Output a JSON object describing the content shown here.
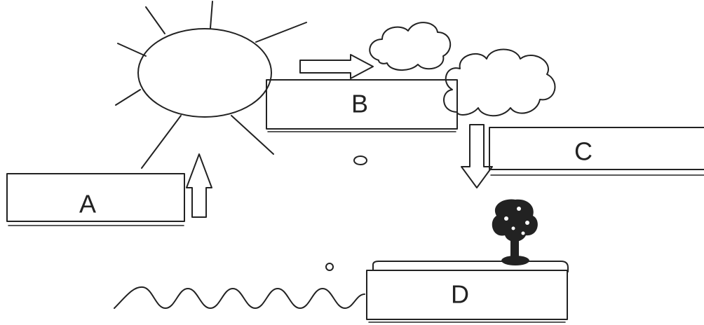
{
  "diagram": {
    "labels": {
      "a": "A",
      "b": "B",
      "c": "C",
      "d": "D"
    },
    "colors": {
      "ink": "#222222",
      "paper": "#ffffff"
    },
    "icons": [
      "sun-icon",
      "cloud-icon",
      "tree-icon",
      "water-waves-icon",
      "arrow-up-icon",
      "arrow-right-icon",
      "arrow-down-icon",
      "droplet-icon"
    ]
  }
}
